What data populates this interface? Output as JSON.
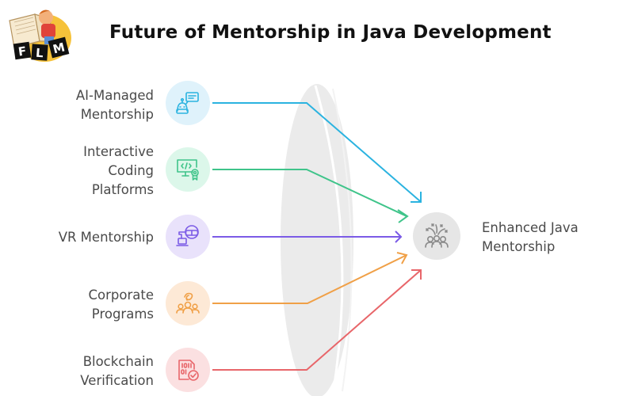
{
  "title": "Future of Mentorship in Java Development",
  "logo": {
    "letters": [
      "F",
      "L",
      "M"
    ]
  },
  "sources": [
    {
      "label": "AI-Managed\nMentorship",
      "icon": "robot-chat-icon",
      "color": "#2bb3e0",
      "bg": "#dff2fb"
    },
    {
      "label": "Interactive\nCoding\nPlatforms",
      "icon": "monitor-code-award-icon",
      "color": "#3fc48a",
      "bg": "#dcf7ea"
    },
    {
      "label": "VR Mentorship",
      "icon": "vr-headset-laptop-icon",
      "color": "#7b5be6",
      "bg": "#e9e2fb"
    },
    {
      "label": "Corporate\nPrograms",
      "icon": "team-handshake-icon",
      "color": "#f0a047",
      "bg": "#fde9d6"
    },
    {
      "label": "Blockchain\nVerification",
      "icon": "binary-verified-icon",
      "color": "#e8666a",
      "bg": "#fbe0e1"
    }
  ],
  "outcome": {
    "label": "Enhanced Java\nMentorship",
    "icon": "team-celebration-icon",
    "color": "#8a8a8a",
    "bg": "#e6e6e6"
  },
  "lens_color": "#ebebeb"
}
